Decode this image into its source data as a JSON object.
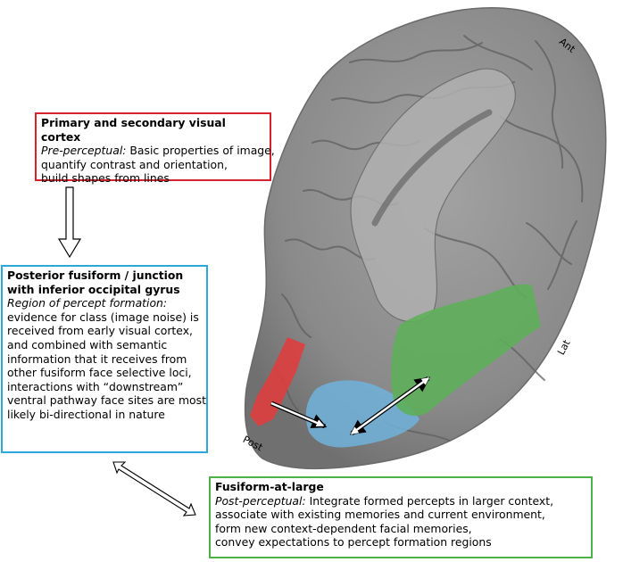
{
  "colors": {
    "primary_border": "#d6232b",
    "posterior_border": "#2aa7dc",
    "fusiform_border": "#4db348",
    "region_red": "#e03c3c",
    "region_blue": "#6fb0d8",
    "region_green": "#5daf58",
    "brain": "#8e8e8e"
  },
  "orientation": {
    "ant": "Ant",
    "lat": "Lat",
    "post": "Post"
  },
  "boxes": {
    "primary": {
      "title": "Primary and secondary visual cortex",
      "lead": "Pre-perceptual:",
      "lines": [
        " Basic properties of image,",
        "quantify contrast and orientation,",
        "build shapes from lines"
      ]
    },
    "posterior": {
      "title_lines": [
        "Posterior fusiform / junction",
        "with inferior occipital gyrus"
      ],
      "lead": "Region of percept formation:",
      "lines": [
        "evidence for class (image noise) is",
        "received from early visual cortex,",
        "and combined with semantic",
        "information that it receives from",
        "other fusiform face selective loci,",
        "interactions with “downstream”",
        "ventral pathway face sites are most",
        "likely bi-directional in nature"
      ]
    },
    "fusiform": {
      "title": "Fusiform-at-large",
      "lead": "Post-perceptual:",
      "lines": [
        " Integrate formed percepts in larger context,",
        "associate with existing memories and current environment,",
        "form new context-dependent facial memories,",
        "convey expectations to percept formation regions"
      ]
    }
  }
}
